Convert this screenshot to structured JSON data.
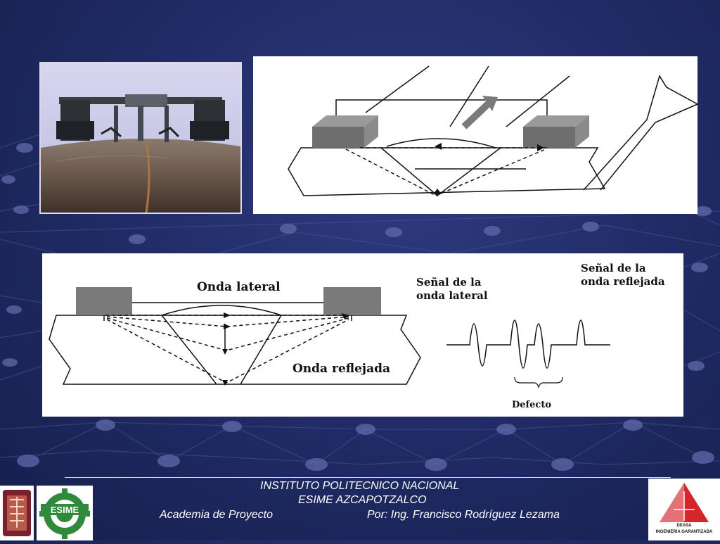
{
  "diagram": {
    "label_lateral_wave": "Onda lateral",
    "label_reflected_wave": "Onda reflejada",
    "label_lateral_signal": "Señal de la\nonda lateral",
    "label_reflected_signal": "Señal de la\nonda reflejada",
    "label_defect": "Defecto"
  },
  "footer": {
    "institution": "INSTITUTO POLITECNICO NACIONAL",
    "school": "ESIME AZCAPOTZALCO",
    "academy": "Academia de Proyecto",
    "author": "Por: Ing. Francisco Rodríguez Lezama"
  },
  "logos": {
    "ipn": "IPN",
    "esime": "ESIME",
    "deasa": "DEASA",
    "deasa_tagline": "INGENIERIA GARANTIZADA"
  },
  "colors": {
    "background": "#1f2a63",
    "probe": "#7a7a7a",
    "deasa_red": "#d4262b",
    "esime_green": "#2f8a3a",
    "ipn_maroon": "#7a1f2b"
  }
}
